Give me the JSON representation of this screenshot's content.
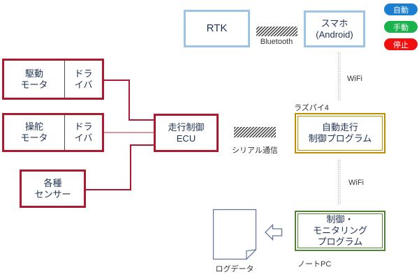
{
  "diagram_title": "autonomous driving control system diagram",
  "nodes": {
    "rtk": {
      "label": "RTK"
    },
    "smartphone": {
      "label": "スマホ\n(Android)"
    },
    "drive_unit": {
      "motor": "駆動\nモータ",
      "driver": "ドラ\nイバ"
    },
    "steer_unit": {
      "motor": "操舵\nモータ",
      "driver": "ドラ\nイバ"
    },
    "sensors": {
      "label": "各種\nセンサー"
    },
    "ecu": {
      "label": "走行制御\nECU"
    },
    "auto_program": {
      "label": "自動走行\n制御プログラム",
      "caption": "ラズパイ4"
    },
    "monitor_program": {
      "label": "制御・\nモニタリング\nプログラム",
      "caption": "ノートPC"
    },
    "log_document": {
      "caption": "ログデータ"
    }
  },
  "links": {
    "bluetooth": {
      "label": "Bluetooth",
      "type": "diagonal-hatch"
    },
    "serial": {
      "label": "シリアル通信",
      "type": "diagonal-hatch"
    },
    "wifi_top": {
      "label": "WiFi",
      "type": "dotted-line"
    },
    "wifi_bottom": {
      "label": "WiFi",
      "type": "dotted-line"
    }
  },
  "badges": [
    {
      "label": "自動",
      "color": "#1B7ED1"
    },
    {
      "label": "手動",
      "color": "#1AB24C"
    },
    {
      "label": "停止",
      "color": "#F01010"
    }
  ],
  "icons": {
    "bluetooth_hatch": "diagonal-hatch-band",
    "serial_hatch": "diagonal-hatch-band",
    "wifi_links": "vertical-dotted-line",
    "log_document": "page-with-folded-corner",
    "output_arrow": "hollow-left-block-arrow"
  },
  "colors": {
    "light_blue_border": "#9DC3E6",
    "red_border": "#AD1A2F",
    "gold_border": "#BF8F00",
    "green_border": "#538135",
    "badge_blue": "#1B7ED1",
    "badge_green": "#1AB24C",
    "badge_red": "#F01010",
    "connector_red": "#AD1A2F",
    "document_outline": "#5F7396",
    "box_text": "#1F3150",
    "label_text": "#333333"
  }
}
